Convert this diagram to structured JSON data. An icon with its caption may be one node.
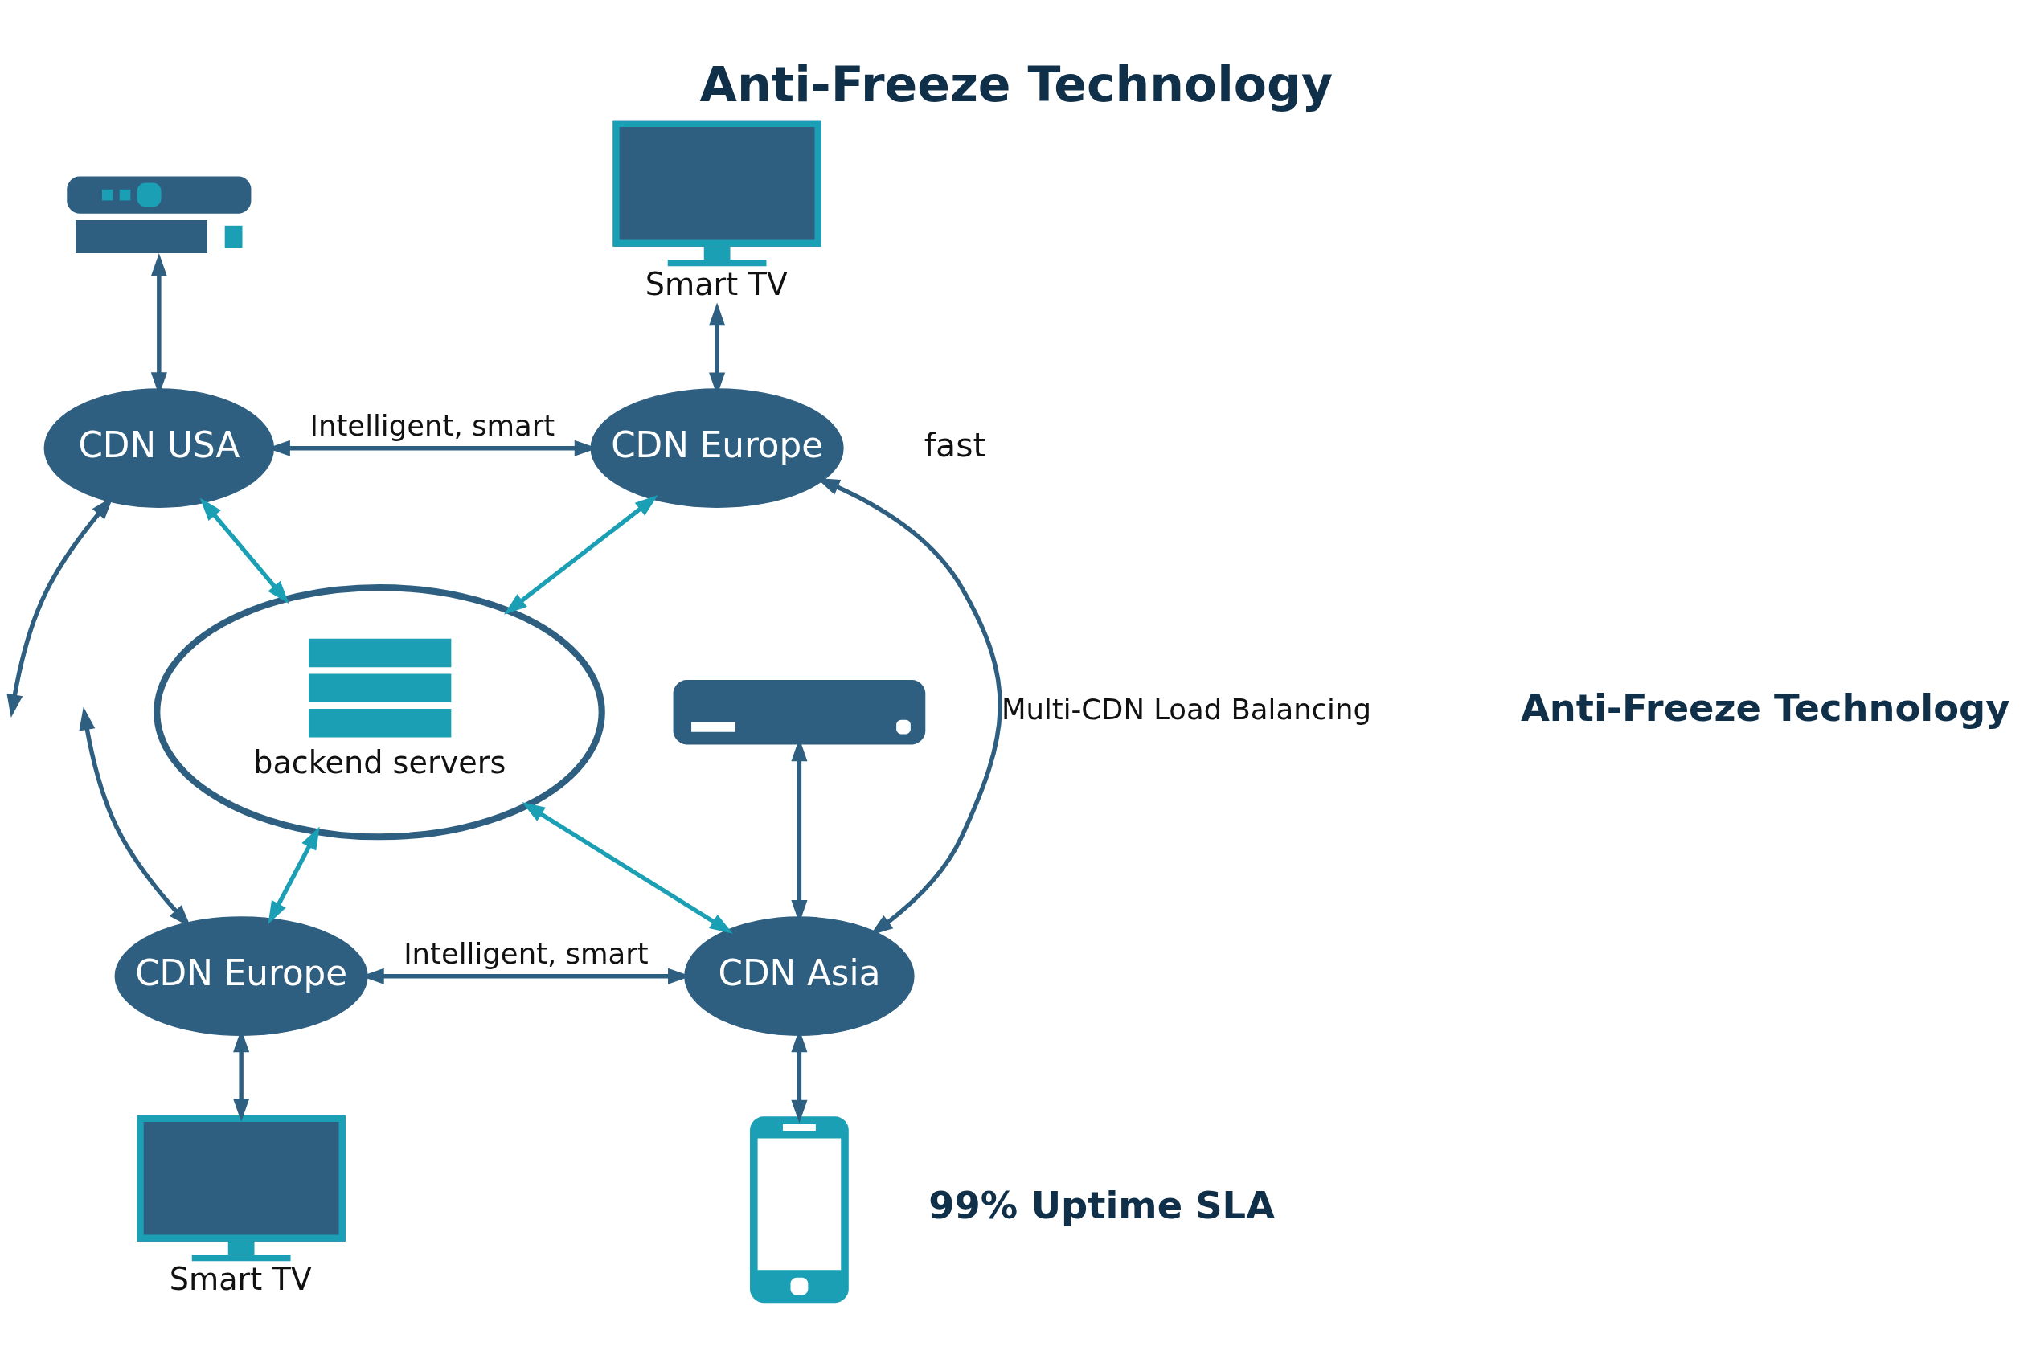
{
  "diagram": {
    "title": "Anti-Freeze Technology",
    "nodes": [
      {
        "text": [],
        "shape": "picture"
      },
      {
        "text": [
          "Smart TV"
        ]
      },
      {
        "text": [
          "CDN USA"
        ]
      },
      {
        "text": [
          "CDN Europe"
        ]
      },
      {
        "text": [
          "backend servers"
        ]
      },
      {
        "text": [],
        "shape": "picture"
      },
      {
        "text": [
          "CDN Europe"
        ]
      },
      {
        "text": [
          "CDN Asia"
        ]
      },
      {
        "text": [
          "Smart TV"
        ]
      },
      {
        "text": [],
        "shape": "picture"
      }
    ],
    "edges": [
      {
        "from": 0,
        "to": 2,
        "arrow": "both"
      },
      {
        "from": 1,
        "to": 3,
        "arrow": "both"
      },
      {
        "from": 2,
        "to": 3,
        "arrow": "both",
        "label": "Intelligent, smart"
      },
      {
        "from": 2,
        "to": null,
        "arrow": "both"
      },
      {
        "from": 2,
        "to": 4,
        "arrow": "both",
        "color": "#1a9fb5"
      },
      {
        "from": 3,
        "to": 4,
        "arrow": "both",
        "color": "#1a9fb5"
      },
      {
        "from": 3,
        "to": 7,
        "arrow": "both",
        "label": "Multi-CDN Load Balancing"
      },
      {
        "from": null,
        "to": 6,
        "arrow": "both"
      },
      {
        "from": 4,
        "to": 6,
        "arrow": "both",
        "color": "#1a9fb5"
      },
      {
        "from": 4,
        "to": 7,
        "arrow": "both",
        "color": "#1a9fb5"
      },
      {
        "from": 5,
        "to": 7,
        "arrow": "both"
      },
      {
        "from": 6,
        "to": 7,
        "arrow": "both",
        "label": "Intelligent, smart"
      },
      {
        "from": 6,
        "to": 8,
        "arrow": "both"
      },
      {
        "from": 7,
        "to": 9,
        "arrow": "both"
      }
    ],
    "labels": [
      "fast",
      "Anti-Freeze Technology",
      "99% Uptime SLA"
    ]
  }
}
